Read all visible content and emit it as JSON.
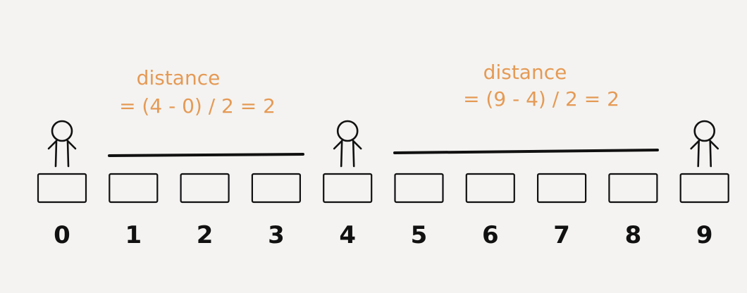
{
  "annotations": [
    {
      "line1": "distance",
      "line2": "= (4 - 0) / 2 = 2"
    },
    {
      "line1": "distance",
      "line2": "= (9 - 4) / 2 = 2"
    }
  ],
  "seats": [
    {
      "number": "0",
      "occupied": true
    },
    {
      "number": "1",
      "occupied": false
    },
    {
      "number": "2",
      "occupied": false
    },
    {
      "number": "3",
      "occupied": false
    },
    {
      "number": "4",
      "occupied": true
    },
    {
      "number": "5",
      "occupied": false
    },
    {
      "number": "6",
      "occupied": false
    },
    {
      "number": "7",
      "occupied": false
    },
    {
      "number": "8",
      "occupied": false
    },
    {
      "number": "9",
      "occupied": true
    }
  ],
  "colors": {
    "annotation": "#e59a55",
    "ink": "#111111",
    "background": "#f4f3f1"
  }
}
